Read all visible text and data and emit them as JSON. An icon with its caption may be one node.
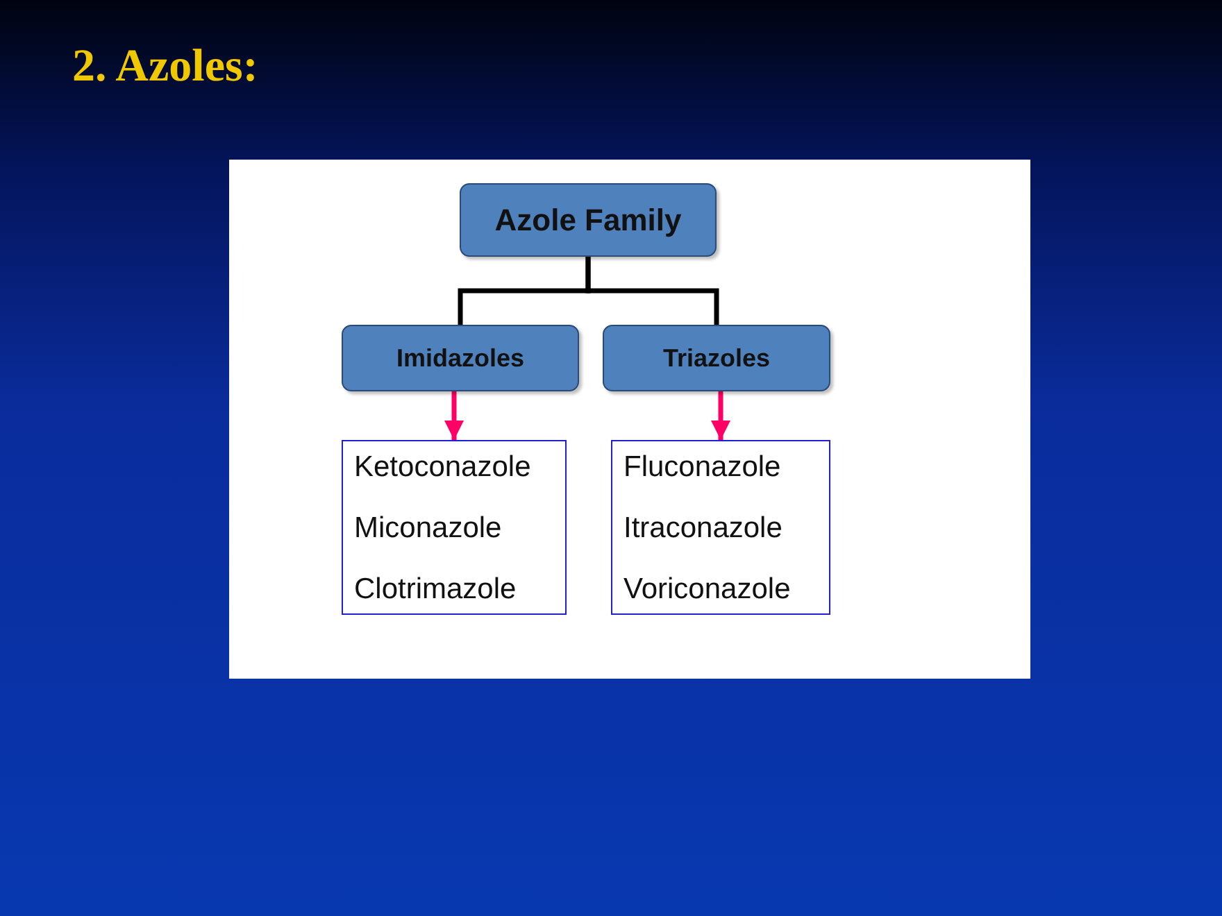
{
  "diagram": {
    "title": "2. Azoles:",
    "nodes": [
      {
        "text": [
          "Azole Family"
        ]
      },
      {
        "text": [
          "Imidazoles"
        ]
      },
      {
        "text": [
          "Triazoles"
        ]
      },
      {
        "text": [
          "Ketoconazole",
          "Miconazole",
          "Clotrimazole"
        ]
      },
      {
        "text": [
          "Fluconazole",
          "Itraconazole",
          "Voriconazole"
        ]
      }
    ],
    "edges": [
      {
        "from": 0,
        "to": 1,
        "arrow": "none",
        "color": "#000000"
      },
      {
        "from": 0,
        "to": 2,
        "arrow": "none",
        "color": "#000000"
      },
      {
        "from": 1,
        "to": 3,
        "arrow": "to",
        "color": "#ff0066"
      },
      {
        "from": 2,
        "to": 4,
        "arrow": "to",
        "color": "#ff0066"
      }
    ]
  }
}
